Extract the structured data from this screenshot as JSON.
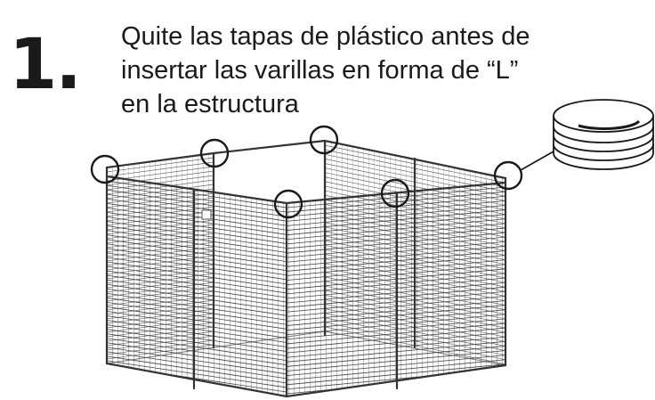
{
  "step": {
    "number": "1."
  },
  "instruction": {
    "lines": [
      "Quite las tapas de plástico antes de",
      "insertar las varillas en forma de “L”",
      "en la estructura"
    ]
  },
  "colors": {
    "text": "#1a1a1a",
    "line": "#333333",
    "background": "#ffffff"
  },
  "icons": [
    "kennel-illustration",
    "cap-highlight-circle",
    "plastic-cap-icon"
  ]
}
